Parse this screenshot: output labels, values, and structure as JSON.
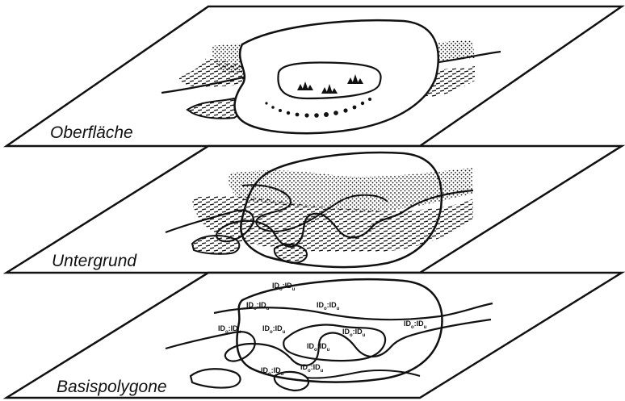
{
  "layers": [
    {
      "label": "Oberfläche"
    },
    {
      "label": "Untergrund"
    },
    {
      "label": "Basispolygone"
    }
  ],
  "basis_ids": [
    {
      "a": "ID",
      "a_sub": "o",
      "sep": ":",
      "b": "ID",
      "b_sub": "u"
    },
    {
      "a": "ID",
      "a_sub": "o",
      "sep": ":",
      "b": "ID",
      "b_sub": "u"
    },
    {
      "a": "ID",
      "a_sub": "o",
      "sep": ":",
      "b": "ID",
      "b_sub": "u"
    },
    {
      "a": "ID",
      "a_sub": "o",
      "sep": ":",
      "b": "ID",
      "b_sub": "u"
    },
    {
      "a": "ID",
      "a_sub": "o",
      "sep": ":",
      "b": "ID",
      "b_sub": "u"
    },
    {
      "a": "ID",
      "a_sub": "o",
      "sep": ":",
      "b": "ID",
      "b_sub": "u"
    },
    {
      "a": "ID",
      "a_sub": "o",
      "sep": ":",
      "b": "ID",
      "b_sub": "u"
    },
    {
      "a": "ID",
      "a_sub": "o",
      "sep": ":",
      "b": "ID",
      "b_sub": "u"
    },
    {
      "a": "ID",
      "a_sub": "o",
      "sep": ":",
      "b": "ID",
      "b_sub": "u"
    },
    {
      "a": "ID",
      "a_sub": "o",
      "sep": ":",
      "b": "ID",
      "b_sub": "u"
    }
  ]
}
